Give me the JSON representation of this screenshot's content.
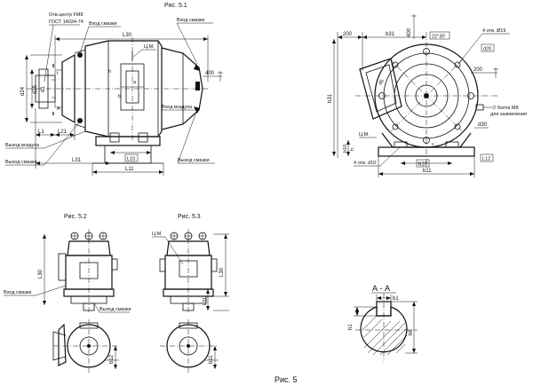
{
  "figure_titles": {
    "fig_5_1": "Рис. 5.1",
    "fig_5_2": "Рис. 5.2",
    "fig_5_3": "Рис. 5.3",
    "main": "Рис. 5"
  },
  "fig1": {
    "center_hole_line1": "Отв.центр FM8",
    "center_hole_line2": "ГОСТ 14034-74",
    "grease_in_1": "Вход смазки",
    "grease_in_2": "Вход смазки",
    "cm": "Ц.М.",
    "l30": "L30",
    "d400": "400",
    "air_in": "Вход воздуха",
    "air_out": "Выход воздуха",
    "grease_out_1": "Выход смазки",
    "grease_out_2": "Выход смазки",
    "l1": "L1",
    "l21": "L21",
    "l31": "L31",
    "l10": "L10",
    "l11": "L11",
    "d24": "d24",
    "d25": "d25",
    "d1": "d1",
    "b": "b",
    "h": "h",
    "a": "a",
    "t": "t",
    "aa": "А"
  },
  "side": {
    "d200a": "200",
    "b31": "b31",
    "d400": "400",
    "angle": "22°30'",
    "holes19": "4 отв. Ø19",
    "d20": "d20",
    "d200b": "200",
    "h31": "h31",
    "d5": "d5",
    "bolts_line1": "2 болта М8",
    "bolts_line2": "для заземления",
    "d30": "d30",
    "cm": "Ц.М.",
    "h10": "h10",
    "h": "h",
    "c": "c",
    "holes_d10": "4 отв. d10",
    "b10": "b10",
    "l12": "L12",
    "b11": "b11"
  },
  "fig2": {
    "l30": "L30",
    "grease_in": "Вход смазки",
    "grease_out": "Выход смазки",
    "b12": "b12"
  },
  "fig3": {
    "cm": "Ц.М",
    "l30": "L30",
    "l31": "L31",
    "b11": "b11"
  },
  "section": {
    "title": "А - А",
    "b1": "b1",
    "h1": "h1",
    "h6": "h6"
  }
}
